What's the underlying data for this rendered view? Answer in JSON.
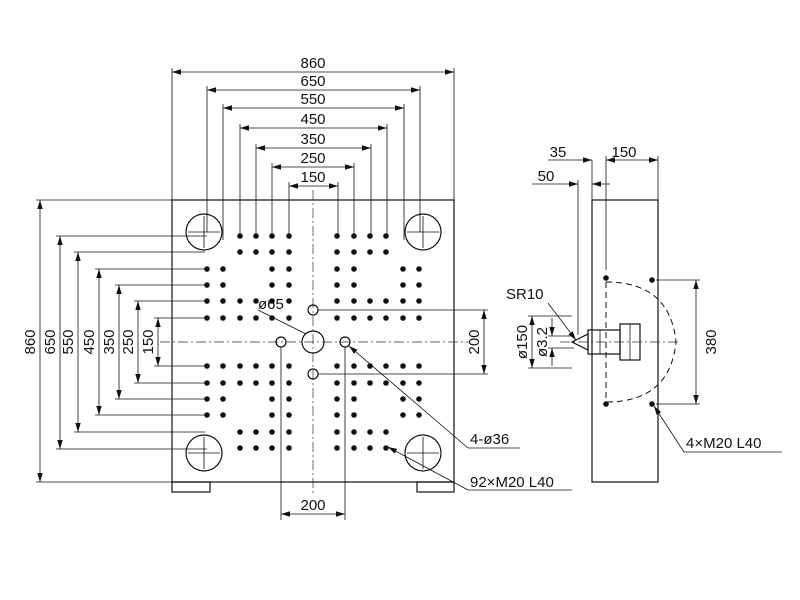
{
  "front_view": {
    "horizontal_dims": [
      "860",
      "650",
      "550",
      "450",
      "350",
      "250",
      "150"
    ],
    "vertical_dims": [
      "860",
      "650",
      "550",
      "450",
      "350",
      "250",
      "150"
    ],
    "center_hole": "ø65",
    "right_dim": "200",
    "bottom_dim": "200",
    "callout_holes": "4-ø36",
    "callout_tapped": "92×M20 L40"
  },
  "side_view": {
    "top_dim_a": "35",
    "top_dim_b": "150",
    "top_dim_c": "50",
    "radius": "SR10",
    "nozzle_d1": "ø150",
    "nozzle_d2": "ø3.2",
    "right_dim": "380",
    "callout_tapped": "4×M20 L40"
  }
}
